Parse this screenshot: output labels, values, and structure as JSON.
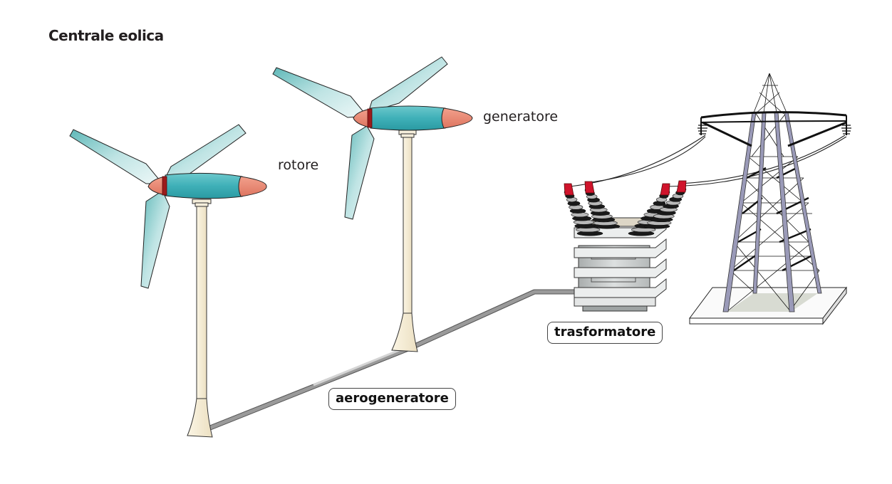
{
  "title": "Centrale eolica",
  "labels": {
    "rotore": "rotore",
    "generatore": "generatore",
    "aerogeneratore": "aerogeneratore",
    "trasformatore": "trasformatore"
  },
  "components": [
    {
      "id": "turbine-1",
      "type": "wind-turbine"
    },
    {
      "id": "turbine-2",
      "type": "wind-turbine"
    },
    {
      "id": "underground-cable",
      "type": "cable"
    },
    {
      "id": "transformer",
      "type": "transformer",
      "insulators": 4
    },
    {
      "id": "pylon",
      "type": "transmission-tower"
    }
  ],
  "colors": {
    "blade": "#9fd6d6",
    "nacelle": "#3fb0b8",
    "nose": "#e8826c",
    "ring": "#8b1a1a",
    "tower": "#f7f0dc",
    "cable": "#8a8a8a",
    "insulator_tip": "#d0142c",
    "pylon_leg": "#9a9ab8",
    "transformer": "#cfd3d3"
  }
}
